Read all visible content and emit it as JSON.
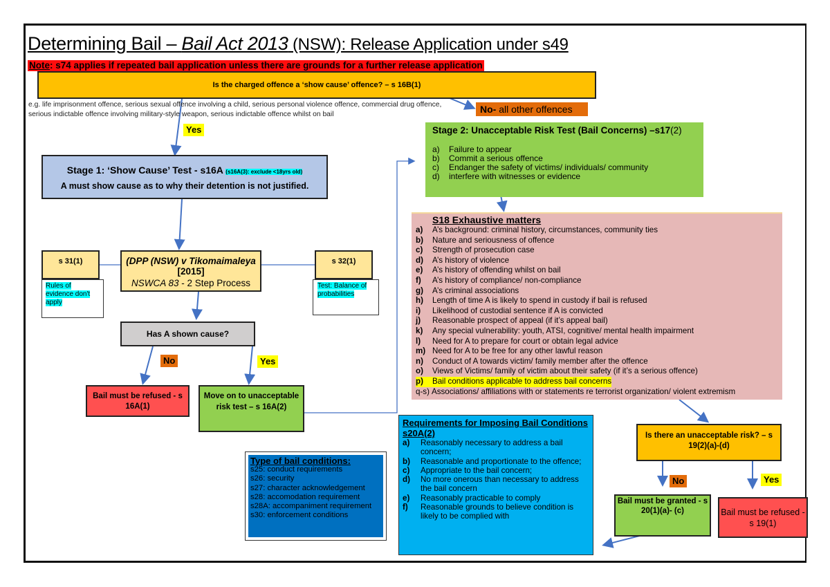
{
  "title": {
    "prefix": "Determining Bail – ",
    "act": "Bail Act 2013",
    "jurisdiction": " (NSW)",
    "suffix": ": Release Application under s49"
  },
  "note": {
    "label": "Note",
    "text": ": s74 applies if repeated bail application unless there are grounds for a further release application"
  },
  "show_cause_question": "Is the charged offence a ‘show cause’ offence? – s 16B(1)",
  "show_cause_examples": "e.g. life imprisonment offence, serious sexual offence involving a child, serious personal violence offence, commercial drug offence,  serious indictable offence involving military-style weapon, serious indictable offence whilst on bail",
  "labels": {
    "yes": "Yes",
    "no": "No",
    "no_all_prefix": "No-",
    "no_all_rest": " all other offences"
  },
  "stage1": {
    "heading": "Stage 1: ‘Show Cause’ Test - s16A ",
    "highlight": "(s16A(3): exclude <18yrs old)",
    "body": "A must show cause as to why their detention is not justified."
  },
  "two_step": {
    "case_part1": "(DPP (NSW) v Tikomaimaleya",
    "case_year": " [2015]",
    "citation": "NSWCA 83",
    "process": " - 2 Step Process"
  },
  "s31": {
    "label": "s 31(1)",
    "note": "Rules of evidence don't apply"
  },
  "s32": {
    "label": "s 32(1)",
    "note": "Test: Balance of probabilities"
  },
  "has_shown_cause": "Has A shown cause?",
  "refused_16a": "Bail must be refused - s 16A(1)",
  "move_on": "Move on to unacceptable risk test – s 16A(2)",
  "stage2": {
    "heading": "Stage 2: Unacceptable Risk Test (Bail Concerns) –s17",
    "heading_sub": "(2)",
    "items": [
      {
        "key": "a)",
        "text": "Failure to appear"
      },
      {
        "key": "b)",
        "text": "Commit a serious offence"
      },
      {
        "key": "c)",
        "text": "Endanger the safety of victims/ individuals/ community"
      },
      {
        "key": "d)",
        "text": "interfere with witnesses or evidence"
      }
    ]
  },
  "s18": {
    "heading": "S18 Exhaustive matters",
    "items": [
      {
        "key": "a)",
        "text": "A’s background: criminal history, circumstances, community ties"
      },
      {
        "key": "b)",
        "text": "Nature and seriousness of offence"
      },
      {
        "key": "c)",
        "text": "Strength of prosecution case"
      },
      {
        "key": "d)",
        "text": "A’s history of violence"
      },
      {
        "key": "e)",
        "text": "A’s history of offending whilst on bail"
      },
      {
        "key": "f)",
        "text": "A’s history of compliance/ non-compliance"
      },
      {
        "key": "g)",
        "text": "A’s criminal associations"
      },
      {
        "key": "h)",
        "text": "Length of time A is likely to spend in custody if bail is refused"
      },
      {
        "key": "i)",
        "text": "Likelihood of custodial sentence if A is convicted"
      },
      {
        "key": "j)",
        "text": "Reasonable prospect of appeal (if it’s appeal bail)"
      },
      {
        "key": "k)",
        "text": "Any special vulnerability: youth, ATSI, cognitive/ mental health impairment"
      },
      {
        "key": "l)",
        "text": "Need for A to prepare for court or obtain legal advice"
      },
      {
        "key": "m)",
        "text": "Need for A to be free for any other lawful reason"
      },
      {
        "key": "n)",
        "text": "Conduct of A towards victim/ family member after the offence"
      },
      {
        "key": "o)",
        "text": "Views of Victims/ family of victim about their safety (if it’s a serious offence)"
      },
      {
        "key": "p)",
        "text": "Bail conditions applicable to address bail concerns",
        "highlight": true
      },
      {
        "key": "q-s)",
        "text": "Associations/ affiliations with or statements re terrorist organization/ violent extremism"
      }
    ]
  },
  "requirements": {
    "heading": "Requirements for Imposing Bail Conditions s20A(2)",
    "items": [
      {
        "key": "a)",
        "text": "Reasonably necessary to address a bail concern;"
      },
      {
        "key": "b)",
        "text": "Reasonable and proportionate to the offence;"
      },
      {
        "key": "c)",
        "text": "Appropriate to the bail concern;"
      },
      {
        "key": "d)",
        "text": "No more onerous than necessary to address the bail concern"
      },
      {
        "key": "e)",
        "text": "Reasonably practicable to comply"
      },
      {
        "key": "f)",
        "text": "Reasonable grounds to believe condition is likely to be complied with"
      }
    ]
  },
  "bail_types": {
    "heading": "Type of bail conditions:",
    "items": [
      "s25: conduct requirements",
      "s26: security",
      "s27: character acknowledgement",
      "s28: accomodation requirement",
      "s28A: accompaniment requirement",
      "s30: enforcement conditions"
    ]
  },
  "unacceptable_risk_question": "Is there an unacceptable risk? – s 19(2)(a)-(d)",
  "granted": "Bail must be granted - s 20(1)(a)- (c)",
  "refused_19": "Bail must be refused - s 19(1)",
  "colors": {
    "question": "#ffc000",
    "stage1": "#b4c7e7",
    "stage2": "#92d050",
    "s18": "#e6b8b7",
    "refused": "#ff5050",
    "requirements": "#00b0f0",
    "bail_types": "#0070c0",
    "case_box": "#ffe699",
    "yes_tag": "#ffff00",
    "no_tag": "#e36c0a",
    "note": "#ff0d0d",
    "arrow": "#4472c4"
  }
}
